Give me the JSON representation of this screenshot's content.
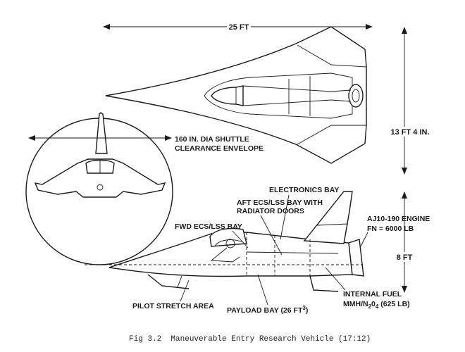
{
  "dimensions": {
    "length": "25 FT",
    "span": "13 FT 4 IN.",
    "height": "8 FT"
  },
  "callouts": {
    "clearance_line1": "160 IN. DIA SHUTTLE",
    "clearance_line2": "CLEARANCE ENVELOPE",
    "electronics_bay": "ELECTRONICS BAY",
    "aft_bay_line1": "AFT ECS/LSS BAY WITH",
    "aft_bay_line2": "RADIATOR DOORS",
    "fwd_bay": "FWD ECS/LSS BAY",
    "engine_line1": "AJ10-190 ENGINE",
    "engine_line2": "FN = 6000 LB",
    "pilot_area": "PILOT STRETCH AREA",
    "payload_bay": "PAYLOAD BAY (26 FT",
    "payload_sup": "3",
    "payload_close": ")",
    "fuel_line1": "INTERNAL FUEL",
    "fuel_line2_a": "MMH/N",
    "fuel_line2_sub1": "2",
    "fuel_line2_b": "0",
    "fuel_line2_sub2": "4",
    "fuel_line2_c": " (625 LB)"
  },
  "caption": "Fig 3.2  Maneuverable Entry Research Vehicle (17:12)"
}
